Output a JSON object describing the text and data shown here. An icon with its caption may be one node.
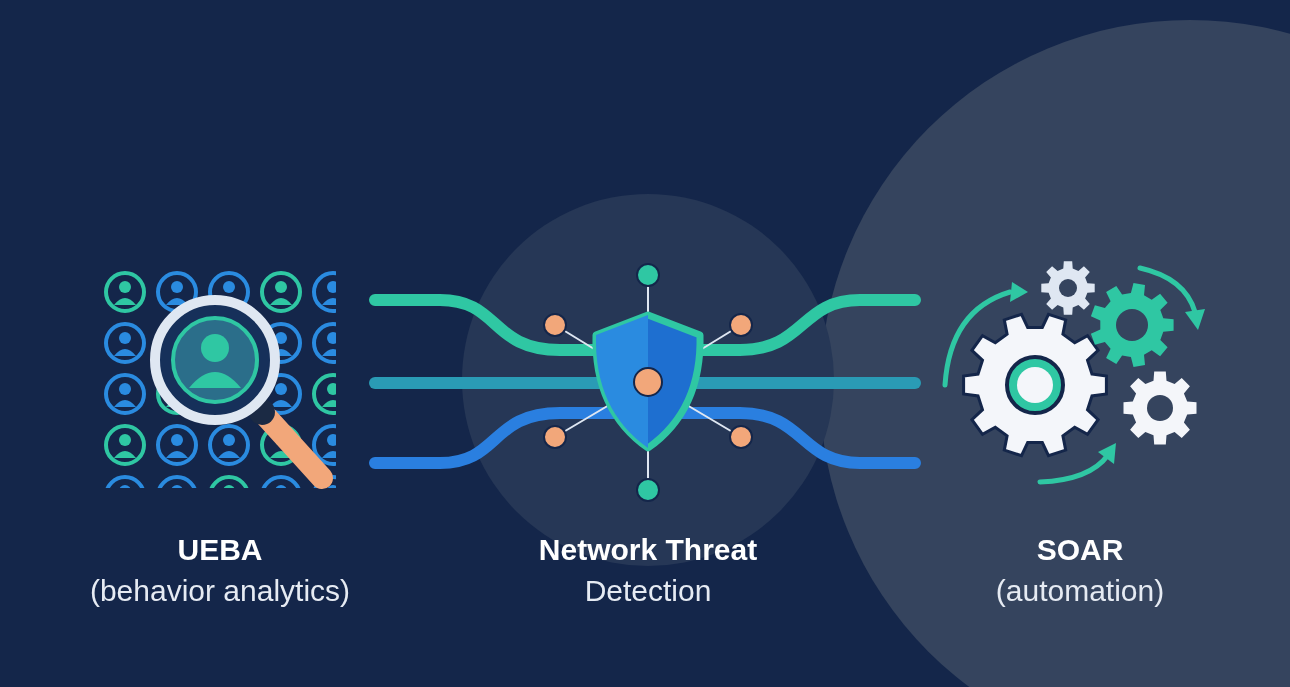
{
  "diagram": {
    "nodes": [
      {
        "text": [
          "UEBA",
          "(behavior analytics)"
        ]
      },
      {
        "text": [
          "Network Threat",
          "Detection"
        ]
      },
      {
        "text": [
          "SOAR",
          "(automation)"
        ]
      }
    ]
  }
}
